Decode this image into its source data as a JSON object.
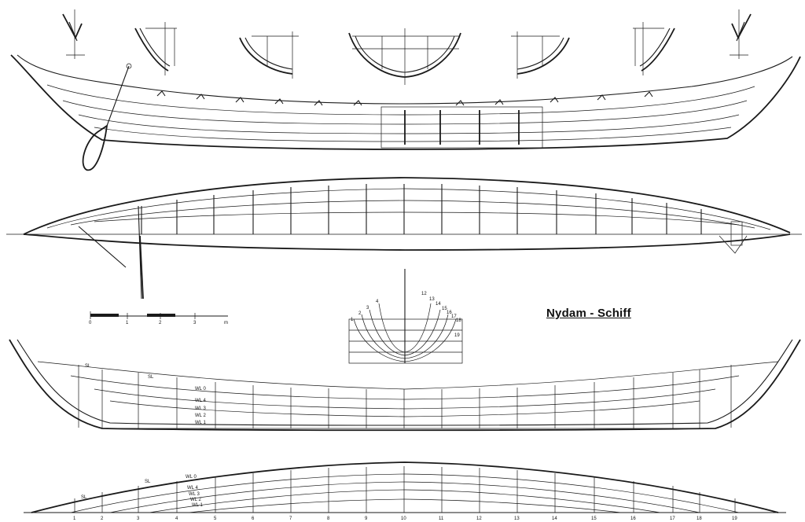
{
  "title": "Nydam - Schiff",
  "scale_bar": {
    "ticks": [
      "0",
      "1",
      "2",
      "3"
    ],
    "unit": "m"
  },
  "body_plan_station_labels": [
    "4",
    "3",
    "2",
    "1",
    "12",
    "13",
    "14",
    "15",
    "16",
    "17",
    "18",
    "19"
  ],
  "half_breadth_labels": {
    "sheer": "SL",
    "sheer2": "SL",
    "waterlines": [
      "WL 0",
      "WL 4",
      "WL 3",
      "WL 2",
      "WL 1"
    ]
  },
  "profile_labels": {
    "sheer": "SL",
    "sheer2": "SL",
    "waterlines": [
      "WL 0",
      "WL 4",
      "WL 3",
      "WL 2",
      "WL 1"
    ]
  },
  "stations": [
    "1",
    "2",
    "3",
    "4",
    "5",
    "6",
    "7",
    "8",
    "9",
    "10",
    "11",
    "12",
    "13",
    "14",
    "15",
    "16",
    "17",
    "18",
    "19"
  ]
}
